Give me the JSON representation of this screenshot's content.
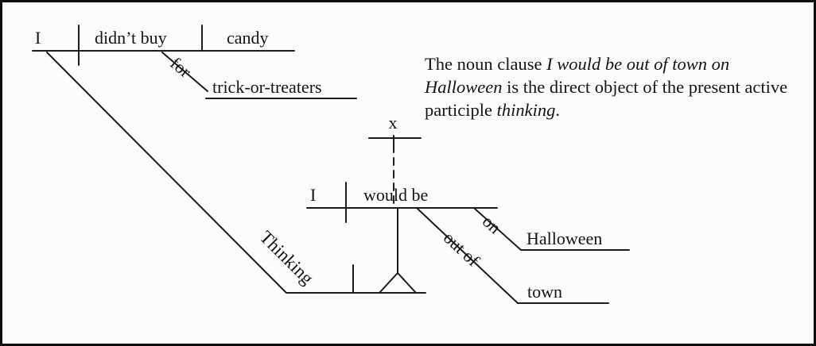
{
  "colors": {
    "ink": "#1c1c1c",
    "background": "#fcfcfa"
  },
  "main_clause": {
    "subject": "I",
    "verb": "didn’t buy",
    "direct_object": "candy",
    "preposition": "for",
    "preposition_object": "trick-or-treaters"
  },
  "participle": {
    "label": "Thinking"
  },
  "noun_clause": {
    "expletive": "x",
    "subject": "I",
    "verb": "would be",
    "preposition_1": "on",
    "preposition_1_object": "Halloween",
    "preposition_2": "out of",
    "preposition_2_object": "town"
  },
  "caption": {
    "s0": "The noun clause ",
    "s1": "I would be out of town on Halloween",
    "s2": " is the direct object of the present active participle ",
    "s3": "thinking",
    "s4": "."
  }
}
